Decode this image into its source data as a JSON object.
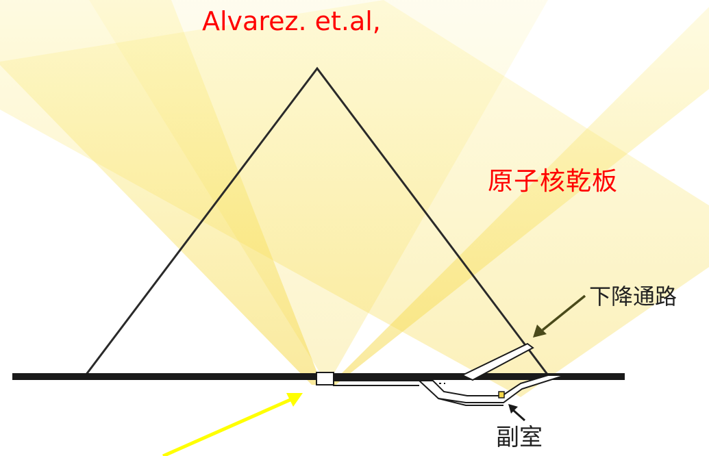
{
  "title": "Alvarez. et.al,",
  "labels": {
    "nuclear_emulsion": "原子核乾板",
    "descending_passage": "下降通路",
    "subterranean_chamber": "副室"
  },
  "colors": {
    "title": "#ff0000",
    "nuclear_emulsion": "#ff0000",
    "label_text": "#222222",
    "cone_yellow": "#f7e35a",
    "ground": "#1a1a1a",
    "arrow_yellow": "#ffff00",
    "pointer_dark": "#4a4a1a"
  }
}
